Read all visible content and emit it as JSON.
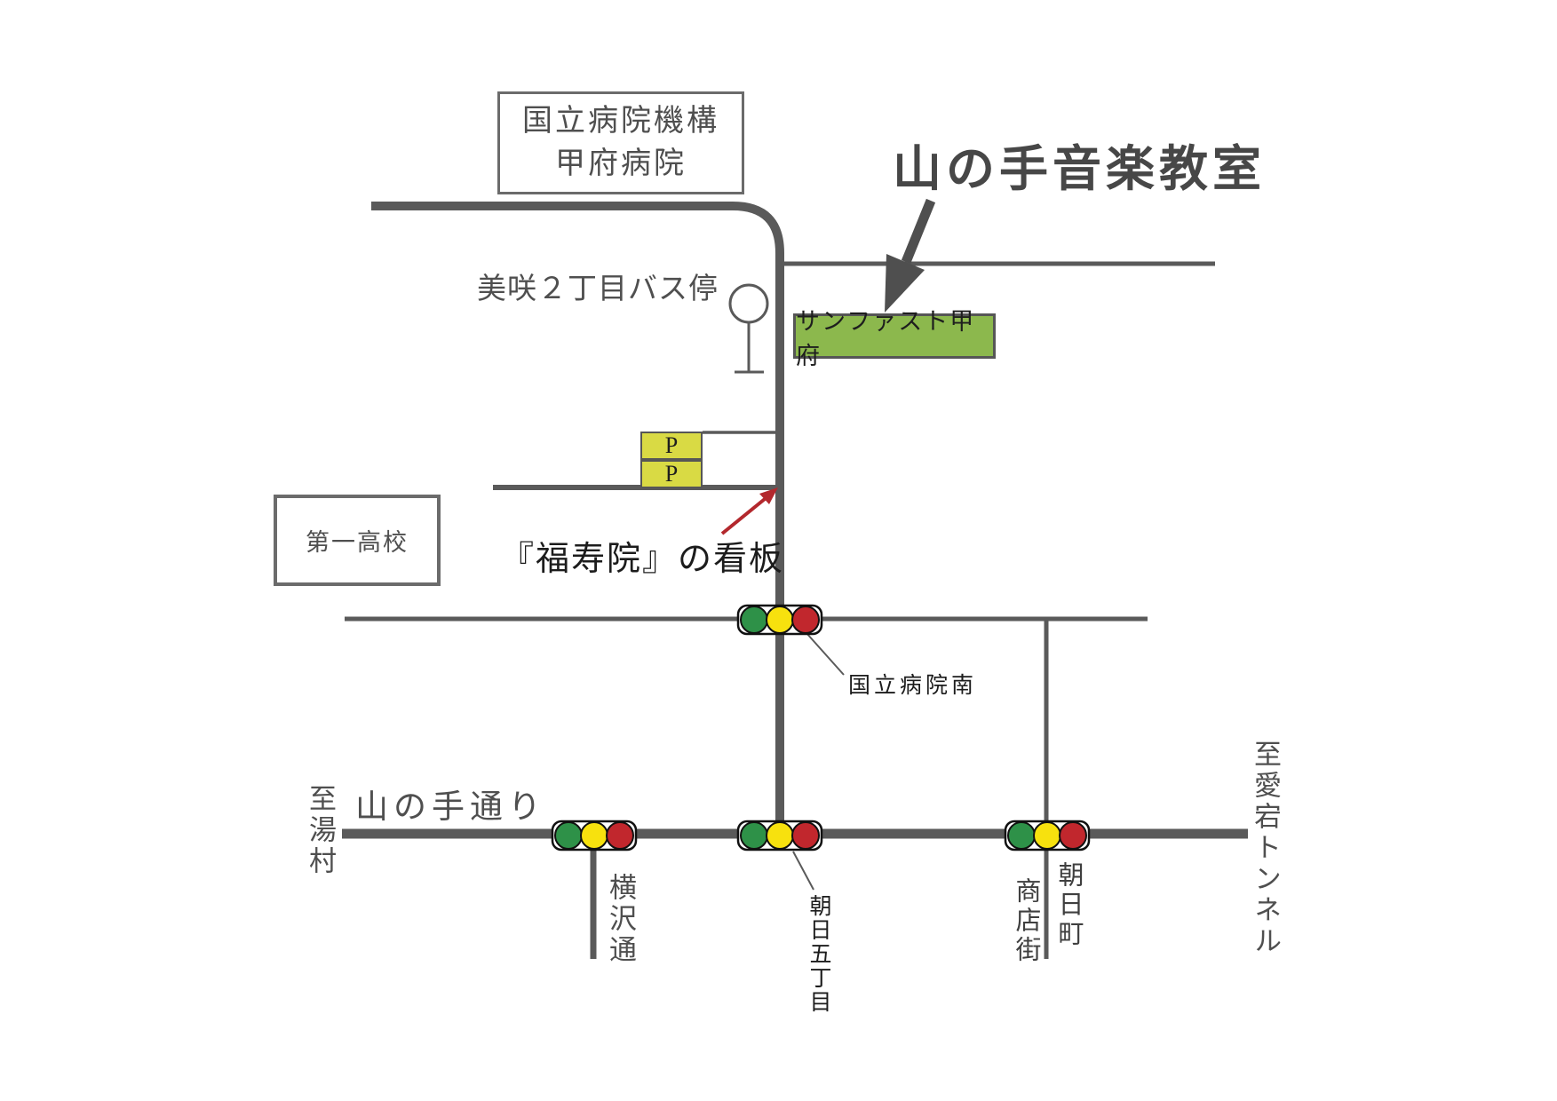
{
  "title": "山の手音楽教室",
  "hospital_box": {
    "line1": "国立病院機構",
    "line2": "甲府病院"
  },
  "bus_stop_label": "美咲２丁目バス停",
  "building_label": "サンファスト甲府",
  "parking": {
    "p1": "P",
    "p2": "P"
  },
  "school_label": "第一高校",
  "sign_label": "『福寿院』の看板",
  "signal_labels": {
    "kokuritsu_minami": "国立病院南",
    "asahi_5chome": "朝日五丁目"
  },
  "street_labels": {
    "yamanote_dori": "山の手通り",
    "to_yumura": "至湯村",
    "yokosawa_dori": "横沢通",
    "shotengai": "商店街",
    "asahi_cho": "朝日町",
    "to_atago_tunnel": "至愛宕トンネル"
  },
  "icons": {
    "traffic_light": "green-yellow-red signal",
    "bus_stop_sign": "pole with circle",
    "big_arrow": "points from title to building",
    "red_arrow": "points to signboard corner"
  },
  "colors": {
    "road_gray": "#5a5a5a",
    "ink_gray": "#4f4f4f",
    "ink_black": "#1c1c1c",
    "box_border": "#6b6b6b",
    "building_green": "#8cb84d",
    "parking_yellow": "#d9da44",
    "signal_green": "#2e9148",
    "signal_yellow": "#f7e10e",
    "signal_red": "#c1272d",
    "arrow_gray": "#4f4f4f",
    "arrow_red": "#b3282d"
  }
}
